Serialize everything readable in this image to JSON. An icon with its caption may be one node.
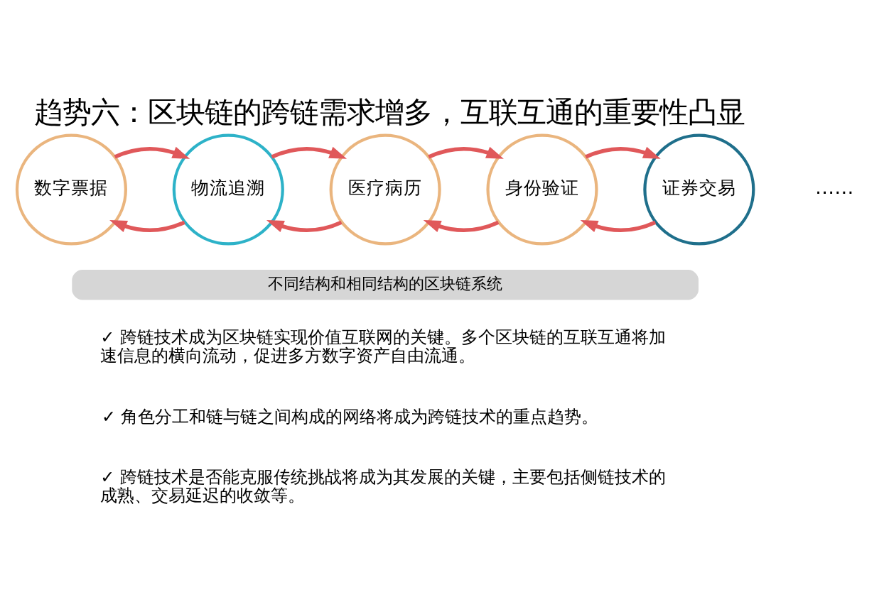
{
  "diagram": {
    "title": "趋势六：区块链的跨链需求增多，互联互通的重要性凸显",
    "nodes": [
      {
        "text": [
          "数字票据"
        ]
      },
      {
        "text": [
          "物流追溯"
        ]
      },
      {
        "text": [
          "医疗病历"
        ]
      },
      {
        "text": [
          "身份验证"
        ]
      },
      {
        "text": [
          "证券交易"
        ],
        "beside": [
          "……"
        ]
      },
      {
        "text": [
          "不同结构和相同结构的区块链系统"
        ]
      }
    ],
    "edges": [
      {
        "from": 1,
        "to": 0,
        "arrow": "to"
      },
      {
        "from": 0,
        "to": 1,
        "arrow": "to"
      },
      {
        "from": 2,
        "to": 1,
        "arrow": "to"
      },
      {
        "from": 1,
        "to": 2,
        "arrow": "to"
      },
      {
        "from": 3,
        "to": 2,
        "arrow": "to"
      },
      {
        "from": 2,
        "to": 3,
        "arrow": "to"
      },
      {
        "from": 4,
        "to": 3,
        "arrow": "to"
      },
      {
        "from": 3,
        "to": 4,
        "arrow": "to"
      }
    ],
    "labels": [
      "✓ 跨链技术成为区块链实现价值互联网的关键。多个区块链的互联互通将加速信息的横向流动，促进多方数字资产自由流通。",
      "✓ 角色分工和链与链之间构成的网络将成为跨链技术的重点趋势。",
      "✓ 跨链技术是否能克服传统挑战将成为其发展的关键，主要包括侧链技术的成熟、交易延迟的收敛等。"
    ]
  }
}
